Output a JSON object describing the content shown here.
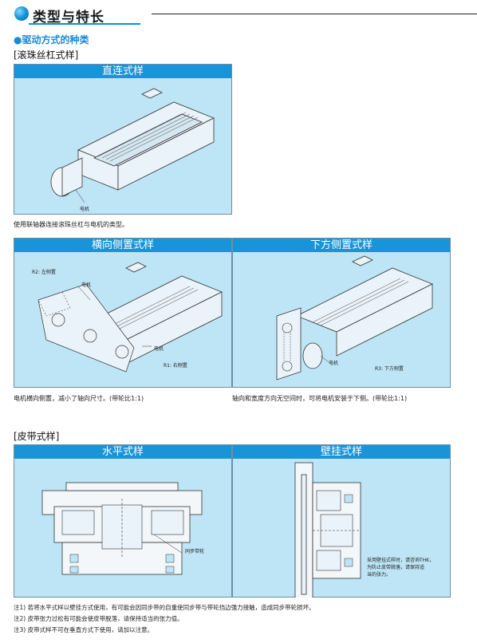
{
  "header": {
    "title": "类型与特长"
  },
  "drive": {
    "heading": "●驱动方式的种类",
    "ballscrew_label": "[滚珠丝杠式样]",
    "direct": {
      "tab": "直连式样",
      "motor_label": "电机",
      "caption": "使用联轴器连接滚珠丝杠与电机的类型。"
    },
    "side": {
      "tab": "横向侧置式样",
      "r2_label": "R2: 左侧置",
      "motor_label_top": "电机",
      "motor_label_bottom": "电机",
      "r1_label": "R1: 右侧置",
      "caption": "电机横向侧置，减小了轴向尺寸。(带轮比1:1)"
    },
    "under": {
      "tab": "下方侧置式样",
      "motor_label": "电机",
      "r3_label": "R3: 下方侧置",
      "caption": "轴向和宽度方向无空间时，可将电机安装于下侧。(带轮比1:1)"
    }
  },
  "belt": {
    "label": "[皮带式样]",
    "horizontal": {
      "tab": "水平式样",
      "pulley_label": "同步带轮"
    },
    "wall": {
      "tab": "壁挂式样",
      "note_lines": [
        "采用壁挂式样时，请咨询THK，",
        "为防止皮带脱落，请保持适",
        "当的张力。"
      ]
    }
  },
  "notes": [
    "注1) 若将水平式样以壁挂方式使用，有可能会因同步带的自重使同步带与带轮挡边强力接触，造成同步带轮损坏。",
    "注2) 皮带张力过松有可能会使皮带脱落，请保持适当的张力值。",
    "注3) 皮带式样不可在垂直方式下使用，请加以注意。"
  ],
  "colors": {
    "accent": "#1a94d8",
    "panel_bg": "#bde5f6",
    "heading": "#1a8ad4"
  }
}
